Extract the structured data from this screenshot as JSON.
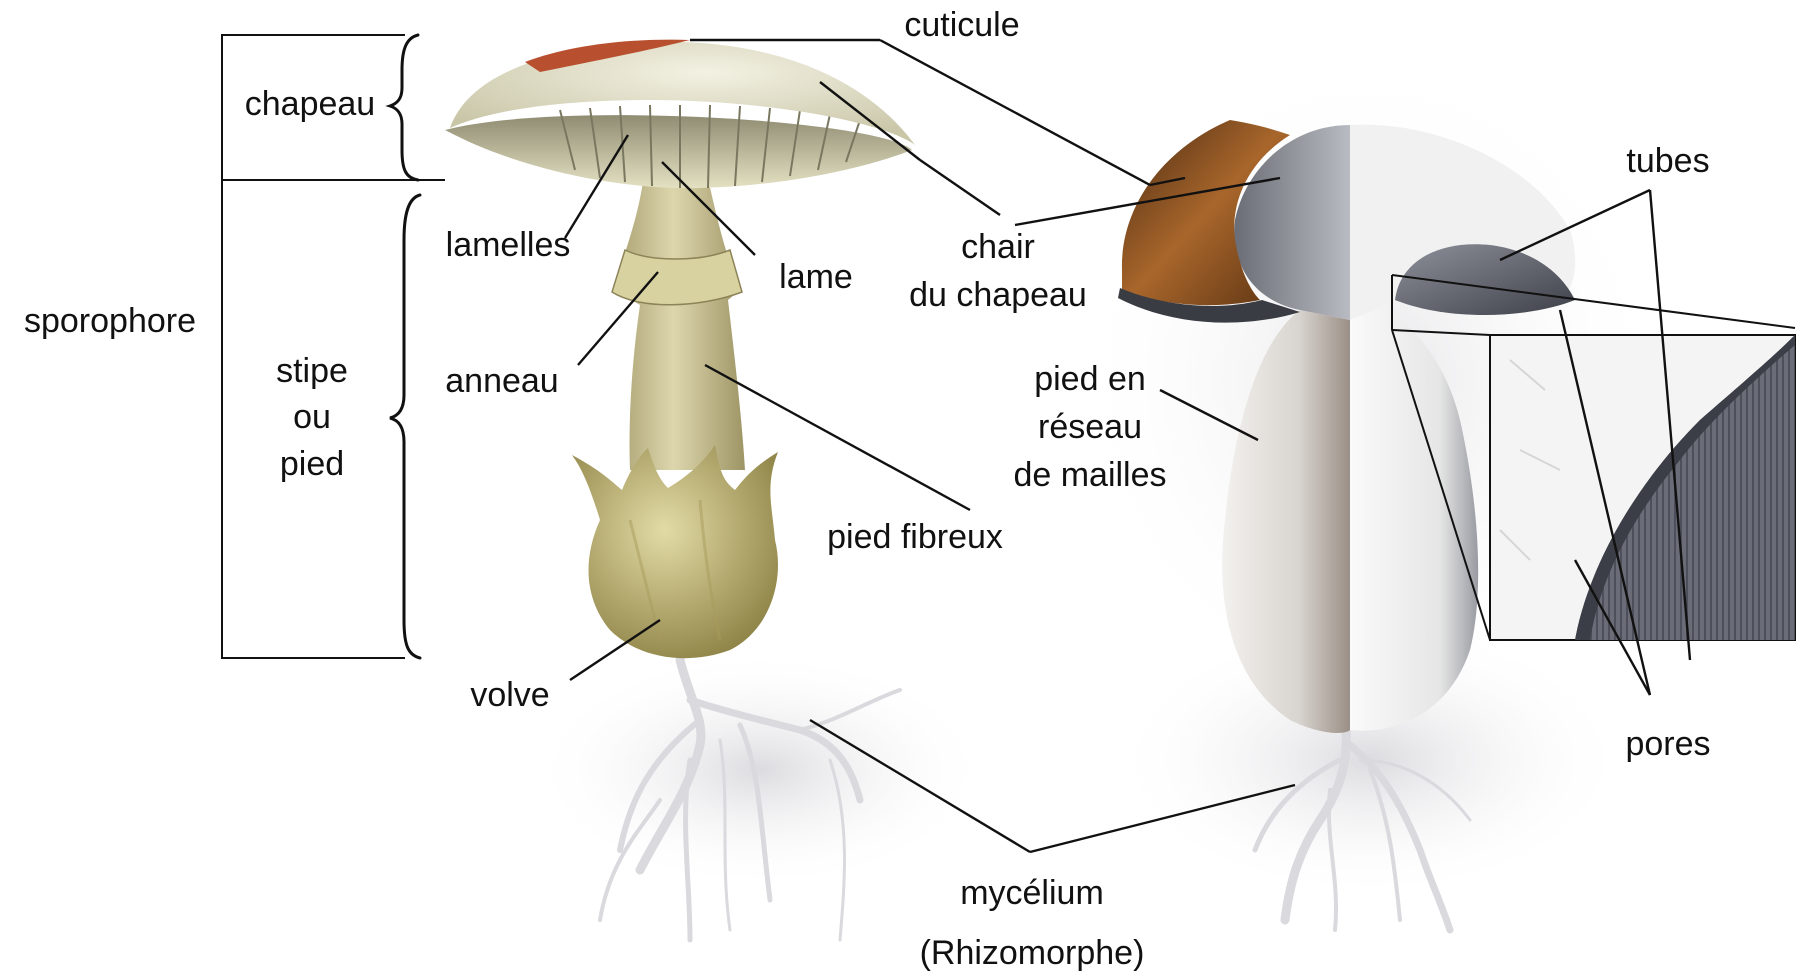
{
  "labels": {
    "cuticule": "cuticule",
    "chapeau": "chapeau",
    "sporophore": "sporophore",
    "stipe": [
      "stipe",
      "ou",
      "pied"
    ],
    "lamelles": "lamelles",
    "lame": "lame",
    "anneau": "anneau",
    "pied_fibreux": "pied fibreux",
    "volve": "volve",
    "chair": [
      "chair",
      "du chapeau"
    ],
    "pied_reseau": [
      "pied en",
      "réseau",
      "de mailles"
    ],
    "tubes": "tubes",
    "pores": "pores",
    "mycelium": "mycélium",
    "rhizomorphe": "(Rhizomorphe)"
  },
  "colors": {
    "cap_cuticle_red": "#b8502f",
    "cap_top": "#e9e6cf",
    "gills": "#d9d6b4",
    "stem": "#cfc89a",
    "volva": "#c9bf7d",
    "flesh_brown": "#8a4d1c",
    "cut_white": "#eeeeee",
    "cut_grey": "#7d7f88",
    "tubes_grey": "#5c5f6a",
    "roots": "#d9d9de"
  }
}
